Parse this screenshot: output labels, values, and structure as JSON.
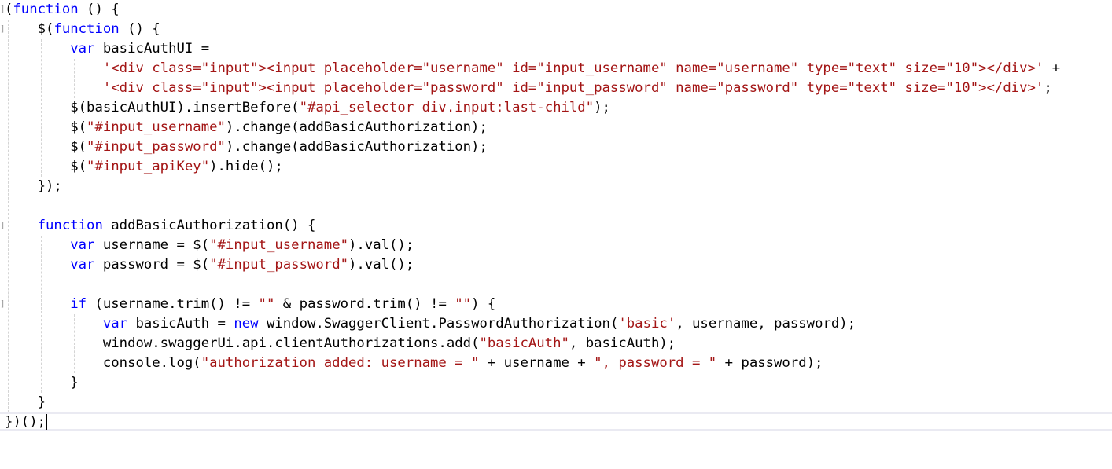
{
  "editor": {
    "language": "javascript",
    "colors": {
      "keyword": "#0000ff",
      "string": "#a31515",
      "text": "#000000"
    },
    "lines": [
      [
        [
          "p",
          "(",
          "c"
        ],
        [
          "k",
          "function"
        ],
        [
          "p",
          " () {"
        ]
      ],
      [
        [
          "p",
          "    $("
        ],
        [
          "k",
          "function"
        ],
        [
          "p",
          " () {"
        ]
      ],
      [
        [
          "p",
          "        "
        ],
        [
          "k",
          "var"
        ],
        [
          "p",
          " basicAuthUI ="
        ]
      ],
      [
        [
          "p",
          "            "
        ],
        [
          "s",
          "'<div class=\"input\"><input placeholder=\"username\" id=\"input_username\" name=\"username\" type=\"text\" size=\"10\"></div>'"
        ],
        [
          "p",
          " +"
        ]
      ],
      [
        [
          "p",
          "            "
        ],
        [
          "s",
          "'<div class=\"input\"><input placeholder=\"password\" id=\"input_password\" name=\"password\" type=\"text\" size=\"10\"></div>'"
        ],
        [
          "p",
          ";"
        ]
      ],
      [
        [
          "p",
          "        $(basicAuthUI).insertBefore("
        ],
        [
          "s",
          "\"#api_selector div.input:last-child\""
        ],
        [
          "p",
          ");"
        ]
      ],
      [
        [
          "p",
          "        $("
        ],
        [
          "s",
          "\"#input_username\""
        ],
        [
          "p",
          ").change(addBasicAuthorization);"
        ]
      ],
      [
        [
          "p",
          "        $("
        ],
        [
          "s",
          "\"#input_password\""
        ],
        [
          "p",
          ").change(addBasicAuthorization);"
        ]
      ],
      [
        [
          "p",
          "        $("
        ],
        [
          "s",
          "\"#input_apiKey\""
        ],
        [
          "p",
          ").hide();"
        ]
      ],
      [
        [
          "p",
          "    });"
        ]
      ],
      [],
      [
        [
          "p",
          "    "
        ],
        [
          "k",
          "function"
        ],
        [
          "p",
          " addBasicAuthorization() {"
        ]
      ],
      [
        [
          "p",
          "        "
        ],
        [
          "k",
          "var"
        ],
        [
          "p",
          " username = $("
        ],
        [
          "s",
          "\"#input_username\""
        ],
        [
          "p",
          ").val();"
        ]
      ],
      [
        [
          "p",
          "        "
        ],
        [
          "k",
          "var"
        ],
        [
          "p",
          " password = $("
        ],
        [
          "s",
          "\"#input_password\""
        ],
        [
          "p",
          ").val();"
        ]
      ],
      [],
      [
        [
          "p",
          "        "
        ],
        [
          "k",
          "if"
        ],
        [
          "p",
          " (username.trim() != "
        ],
        [
          "s",
          "\"\""
        ],
        [
          "p",
          " & password.trim() != "
        ],
        [
          "s",
          "\"\""
        ],
        [
          "p",
          ") {"
        ]
      ],
      [
        [
          "p",
          "            "
        ],
        [
          "k",
          "var"
        ],
        [
          "p",
          " basicAuth = "
        ],
        [
          "k",
          "new"
        ],
        [
          "p",
          " window.SwaggerClient.PasswordAuthorization("
        ],
        [
          "s",
          "'basic'"
        ],
        [
          "p",
          ", username, password);"
        ]
      ],
      [
        [
          "p",
          "            window.swaggerUi.api.clientAuthorizations.add("
        ],
        [
          "s",
          "\"basicAuth\""
        ],
        [
          "p",
          ", basicAuth);"
        ]
      ],
      [
        [
          "p",
          "            console.log("
        ],
        [
          "s",
          "\"authorization added: username = \""
        ],
        [
          "p",
          " + username + "
        ],
        [
          "s",
          "\", password = \""
        ],
        [
          "p",
          " + password);"
        ]
      ],
      [
        [
          "p",
          "        }"
        ]
      ],
      [
        [
          "p",
          "    }"
        ]
      ],
      [
        [
          "p",
          "})();"
        ]
      ]
    ]
  }
}
